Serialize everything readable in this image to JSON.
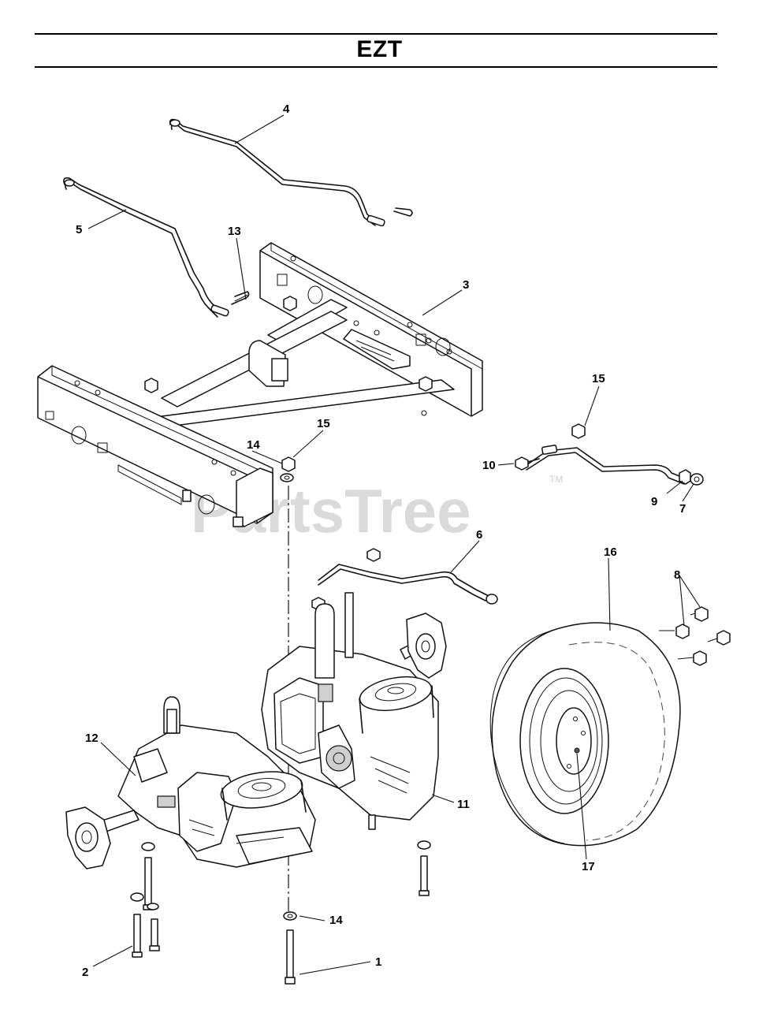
{
  "header": {
    "title": "EZT"
  },
  "watermark": {
    "text": "PartsTree",
    "trademark": "TM"
  },
  "callouts": {
    "c1": "1",
    "c2": "2",
    "c3": "3",
    "c4": "4",
    "c5": "5",
    "c6": "6",
    "c7": "7",
    "c8": "8",
    "c9": "9",
    "c10": "10",
    "c11": "11",
    "c12": "12",
    "c13": "13",
    "c14a": "14",
    "c14b": "14",
    "c15a": "15",
    "c15b": "15",
    "c16": "16",
    "c17": "17"
  }
}
